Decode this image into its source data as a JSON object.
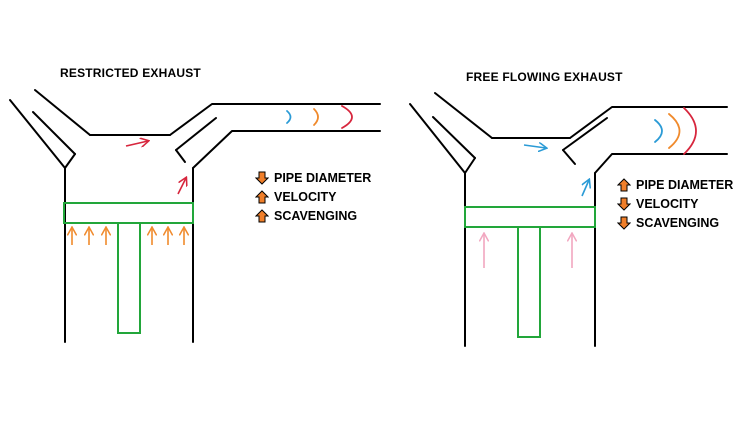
{
  "panels": [
    {
      "title": "RESTRICTED EXHAUST",
      "legend": [
        {
          "direction": "down",
          "label": "PIPE DIAMETER"
        },
        {
          "direction": "up",
          "label": "VELOCITY"
        },
        {
          "direction": "up",
          "label": "SCAVENGING"
        }
      ]
    },
    {
      "title": "FREE FLOWING EXHAUST",
      "legend": [
        {
          "direction": "up",
          "label": "PIPE DIAMETER"
        },
        {
          "direction": "down",
          "label": "VELOCITY"
        },
        {
          "direction": "down",
          "label": "SCAVENGING"
        }
      ]
    }
  ],
  "colors": {
    "outline": "#000000",
    "piston": "#22a63a",
    "legend_arrow_fill": "#f07f2a",
    "legend_arrow_stroke": "#000000",
    "flow_arrow_restricted": "#d7263d",
    "flow_arrow_free": "#2b9bd6",
    "pressure_arrow_restricted": "#f08a2c",
    "pressure_arrow_free": "#f2a7c0",
    "wave_blue": "#2b9bd6",
    "wave_orange": "#f08a2c",
    "wave_red": "#d7263d"
  }
}
